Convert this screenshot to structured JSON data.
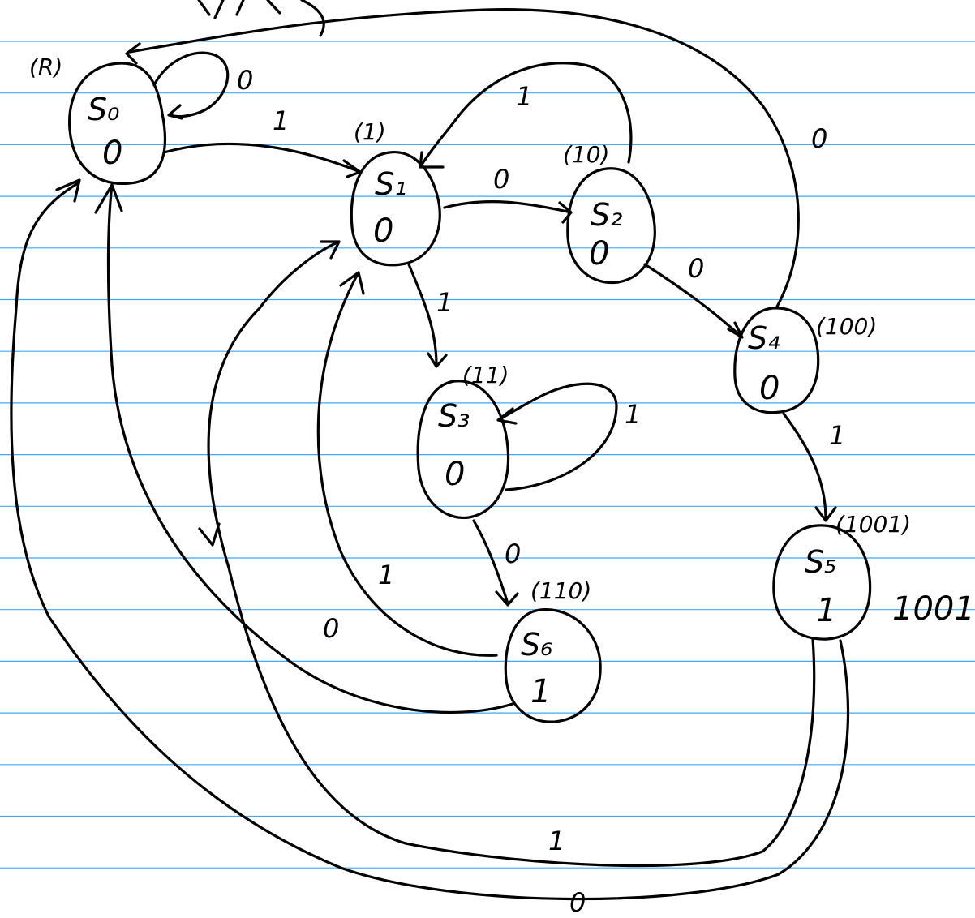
{
  "diagram": {
    "states": [
      {
        "id": "S0",
        "name": "S₀",
        "output": "0",
        "encoding": "(R)"
      },
      {
        "id": "S1",
        "name": "S₁",
        "output": "0",
        "encoding": "(1)"
      },
      {
        "id": "S2",
        "name": "S₂",
        "output": "0",
        "encoding": "(10)"
      },
      {
        "id": "S3",
        "name": "S₃",
        "output": "0",
        "encoding": "(11)"
      },
      {
        "id": "S4",
        "name": "S₄",
        "output": "0",
        "encoding": "(100)"
      },
      {
        "id": "S5",
        "name": "S₅",
        "output": "1",
        "encoding": "(1001)"
      },
      {
        "id": "S6",
        "name": "S₆",
        "output": "1",
        "encoding": "(110)"
      }
    ],
    "transitions": [
      {
        "from": "S0",
        "to": "S0",
        "input": "0"
      },
      {
        "from": "S0",
        "to": "S1",
        "input": "1"
      },
      {
        "from": "S1",
        "to": "S2",
        "input": "0"
      },
      {
        "from": "S1",
        "to": "S3",
        "input": "1"
      },
      {
        "from": "S2",
        "to": "S1",
        "input": "1"
      },
      {
        "from": "S2",
        "to": "S4",
        "input": "0"
      },
      {
        "from": "S3",
        "to": "S3",
        "input": "1"
      },
      {
        "from": "S3",
        "to": "S6",
        "input": "0"
      },
      {
        "from": "S4",
        "to": "S5",
        "input": "1"
      },
      {
        "from": "S4",
        "to": "S0",
        "input": "0"
      },
      {
        "from": "S6",
        "to": "S1",
        "input": "1"
      },
      {
        "from": "S6",
        "to": "S0",
        "input": "0"
      },
      {
        "from": "S5",
        "to": "S1",
        "input": "1"
      },
      {
        "from": "S5",
        "to": "S0",
        "input": "0"
      }
    ],
    "side_note": "1001",
    "top_fragment": "... pp ..."
  }
}
